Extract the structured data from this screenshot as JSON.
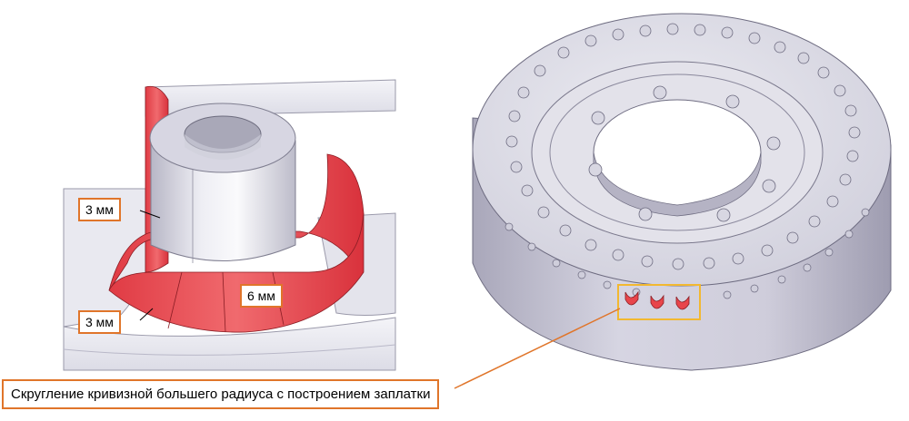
{
  "labels": {
    "fillet_top": "3 мм",
    "fillet_bottom": "3 мм",
    "fillet_boss": "6 мм"
  },
  "caption": "Скругление кривизной большего радиуса с построением заплатки",
  "colors": {
    "accent_orange": "#e0752a",
    "fillet_red": "#e8454b",
    "part_gray": "#c9c8d6",
    "highlight_box": "#f2b830"
  }
}
